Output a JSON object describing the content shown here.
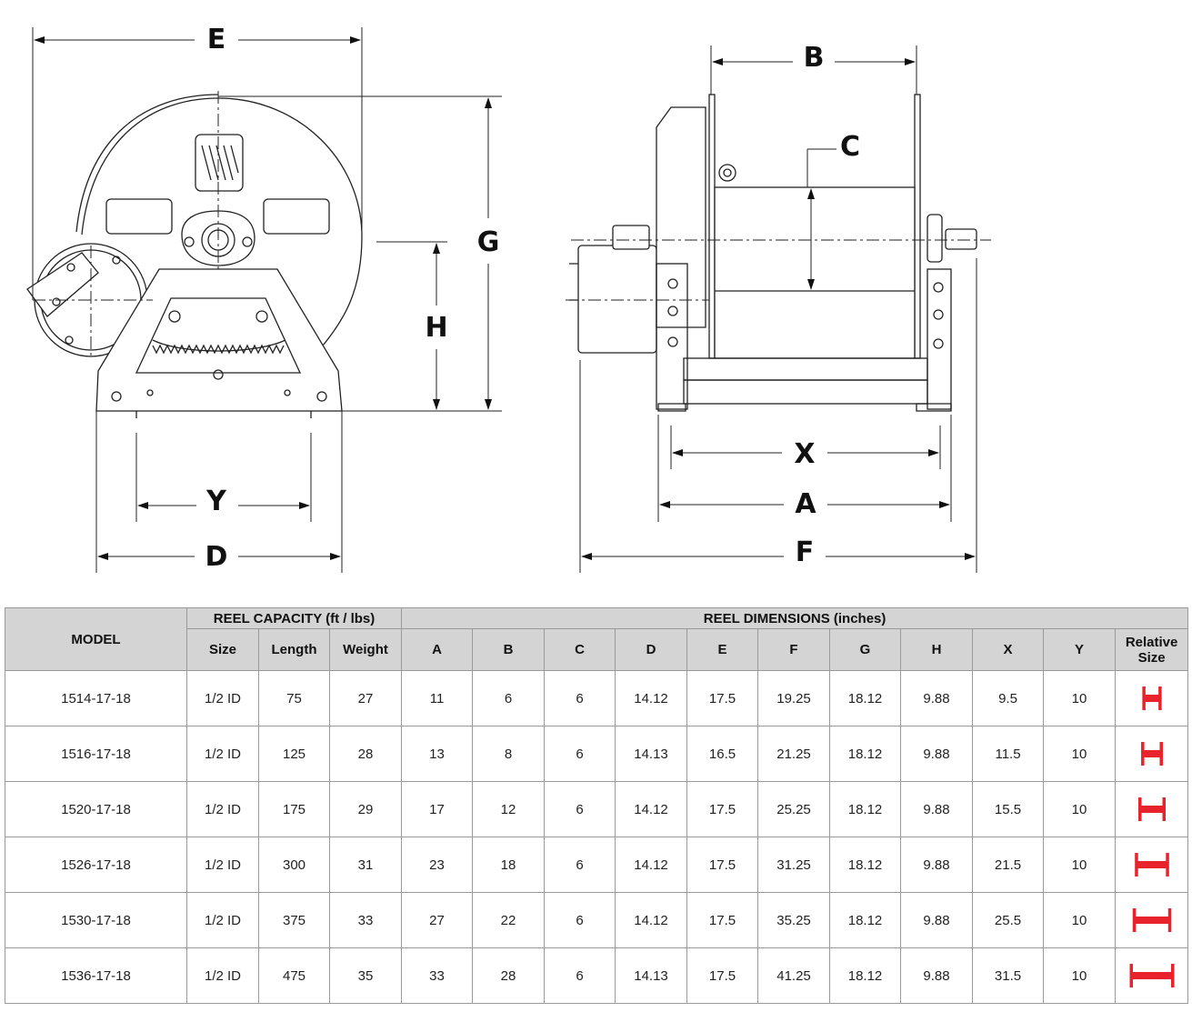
{
  "drawing": {
    "dimension_letters": {
      "E": "E",
      "G": "G",
      "H": "H",
      "Y": "Y",
      "D": "D",
      "B": "B",
      "C": "C",
      "X": "X",
      "A": "A",
      "F": "F"
    }
  },
  "table": {
    "header": {
      "model": "MODEL",
      "reel_capacity": "REEL CAPACITY (ft / lbs)",
      "reel_dimensions": "REEL DIMENSIONS (inches)",
      "size": "Size",
      "length": "Length",
      "weight": "Weight",
      "A": "A",
      "B": "B",
      "C": "C",
      "D": "D",
      "E": "E",
      "F": "F",
      "G": "G",
      "H": "H",
      "X": "X",
      "Y": "Y",
      "relative": "Relative",
      "relative_size": "Size"
    },
    "rows": [
      {
        "model": "1514-17-18",
        "size": "1/2 ID",
        "length": "75",
        "weight": "27",
        "A": "11",
        "B": "6",
        "C": "6",
        "D": "14.12",
        "E": "17.5",
        "F": "19.25",
        "G": "18.12",
        "H": "9.88",
        "X": "9.5",
        "Y": "10",
        "relative": 0.27
      },
      {
        "model": "1516-17-18",
        "size": "1/2 ID",
        "length": "125",
        "weight": "28",
        "A": "13",
        "B": "8",
        "C": "6",
        "D": "14.13",
        "E": "16.5",
        "F": "21.25",
        "G": "18.12",
        "H": "9.88",
        "X": "11.5",
        "Y": "10",
        "relative": 0.34
      },
      {
        "model": "1520-17-18",
        "size": "1/2 ID",
        "length": "175",
        "weight": "29",
        "A": "17",
        "B": "12",
        "C": "6",
        "D": "14.12",
        "E": "17.5",
        "F": "25.25",
        "G": "18.12",
        "H": "9.88",
        "X": "15.5",
        "Y": "10",
        "relative": 0.5
      },
      {
        "model": "1526-17-18",
        "size": "1/2 ID",
        "length": "300",
        "weight": "31",
        "A": "23",
        "B": "18",
        "C": "6",
        "D": "14.12",
        "E": "17.5",
        "F": "31.25",
        "G": "18.12",
        "H": "9.88",
        "X": "21.5",
        "Y": "10",
        "relative": 0.7
      },
      {
        "model": "1530-17-18",
        "size": "1/2 ID",
        "length": "375",
        "weight": "33",
        "A": "27",
        "B": "22",
        "C": "6",
        "D": "14.12",
        "E": "17.5",
        "F": "35.25",
        "G": "18.12",
        "H": "9.88",
        "X": "25.5",
        "Y": "10",
        "relative": 0.83
      },
      {
        "model": "1536-17-18",
        "size": "1/2 ID",
        "length": "475",
        "weight": "35",
        "A": "33",
        "B": "28",
        "C": "6",
        "D": "14.13",
        "E": "17.5",
        "F": "41.25",
        "G": "18.12",
        "H": "9.88",
        "X": "31.5",
        "Y": "10",
        "relative": 1.0
      }
    ]
  },
  "colors": {
    "relative_bar": "#e8232b",
    "header_bg": "#d4d4d4",
    "grid": "#9a9a9a"
  }
}
